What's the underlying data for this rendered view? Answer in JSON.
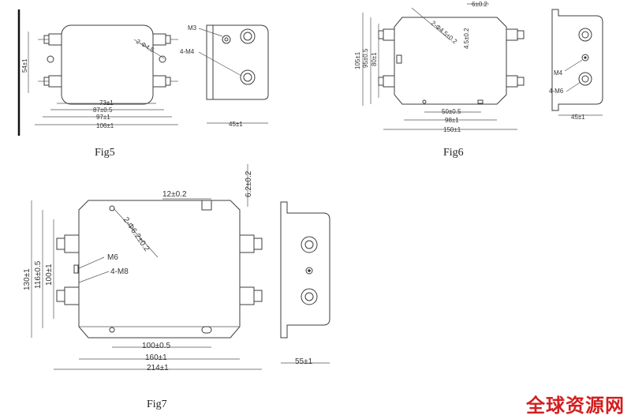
{
  "captions": {
    "fig5": "Fig5",
    "fig6": "Fig6",
    "fig7": "Fig7"
  },
  "watermark": "全球资源网",
  "fig5": {
    "dims": {
      "h54": "54±1",
      "w73": "73±1",
      "w87": "87±0.5",
      "w97": "97±1",
      "w106": "106±1",
      "w45": "45±1",
      "hole": "2-Φ4.5"
    },
    "labels": {
      "m3": "M3",
      "m4": "4-M4"
    }
  },
  "fig6": {
    "dims": {
      "h105": "105±1",
      "h95": "95±0.5",
      "h80": "80±1",
      "w50": "50±0.5",
      "w98": "98±1",
      "w150": "150±1",
      "w45": "45±1",
      "t6": "6±0.2",
      "t45": "4.5±0.2",
      "hole": "2-Φ4.5±0.2"
    },
    "labels": {
      "m4": "M4",
      "m6": "4-M6"
    }
  },
  "fig7": {
    "dims": {
      "h130": "130±1",
      "h116": "116±0.5",
      "h100": "100±1",
      "w100": "100±0.5",
      "w160": "160±1",
      "w214": "214±1",
      "w55": "55±1",
      "t12": "12±0.2",
      "t62": "6.2±0.2",
      "hole": "2-Φ6.2±0.2"
    },
    "labels": {
      "m6": "M6",
      "m8": "4-M8"
    }
  }
}
